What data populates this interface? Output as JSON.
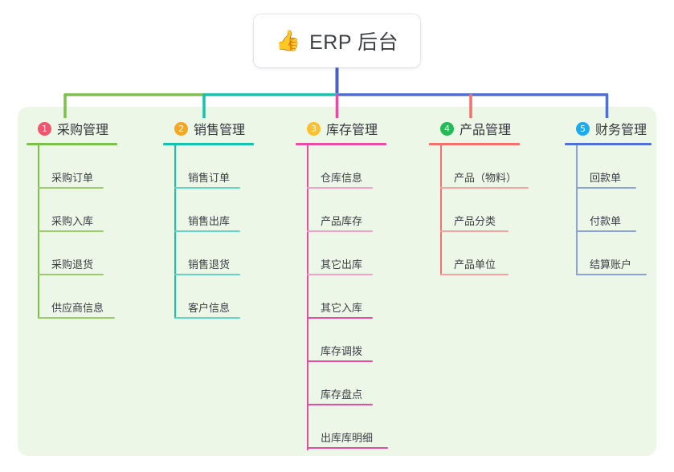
{
  "diagram": {
    "type": "mindmap",
    "root": {
      "icon": "thumbs-up-emoji",
      "emoji": "👍",
      "title": "ERP 后台"
    },
    "panel_color": "#ecf7e7",
    "background": "#ffffff",
    "trunk_color": "#4b5fc4",
    "branches": [
      {
        "index": "1",
        "title": "采购管理",
        "badge_color": "#f2536d",
        "line_color": "#7cc14c",
        "drop_color": "#7cc14c",
        "items": [
          "采购订单",
          "采购入库",
          "采购退货",
          "供应商信息"
        ]
      },
      {
        "index": "2",
        "title": "销售管理",
        "badge_color": "#f5a623",
        "line_color": "#15c3ad",
        "drop_color": "#15c3ad",
        "items": [
          "销售订单",
          "销售出库",
          "销售退货",
          "客户信息"
        ]
      },
      {
        "index": "3",
        "title": "库存管理",
        "badge_color": "#fbc02d",
        "line_color": "#e94ba0",
        "drop_color": "#e94ba0",
        "items": [
          "仓库信息",
          "产品库存",
          "其它出库",
          "其它入库",
          "库存调拨",
          "库存盘点",
          "出库库明细"
        ]
      },
      {
        "index": "4",
        "title": "产品管理",
        "badge_color": "#22bb55",
        "line_color": "#f4706e",
        "drop_color": "#f4706e",
        "items": [
          "产品（物料）",
          "产品分类",
          "产品单位"
        ]
      },
      {
        "index": "5",
        "title": "财务管理",
        "badge_color": "#1eaaf1",
        "line_color": "#4f6fd4",
        "drop_color": "#4f6fd4",
        "items": [
          "回款单",
          "付款单",
          "结算账户"
        ]
      }
    ],
    "connector_segments": [
      {
        "name": "left-green",
        "color": "#7cc14c"
      },
      {
        "name": "mid-teal",
        "color": "#15c3ad"
      },
      {
        "name": "right-blue",
        "color": "#4f6fd4"
      }
    ]
  }
}
